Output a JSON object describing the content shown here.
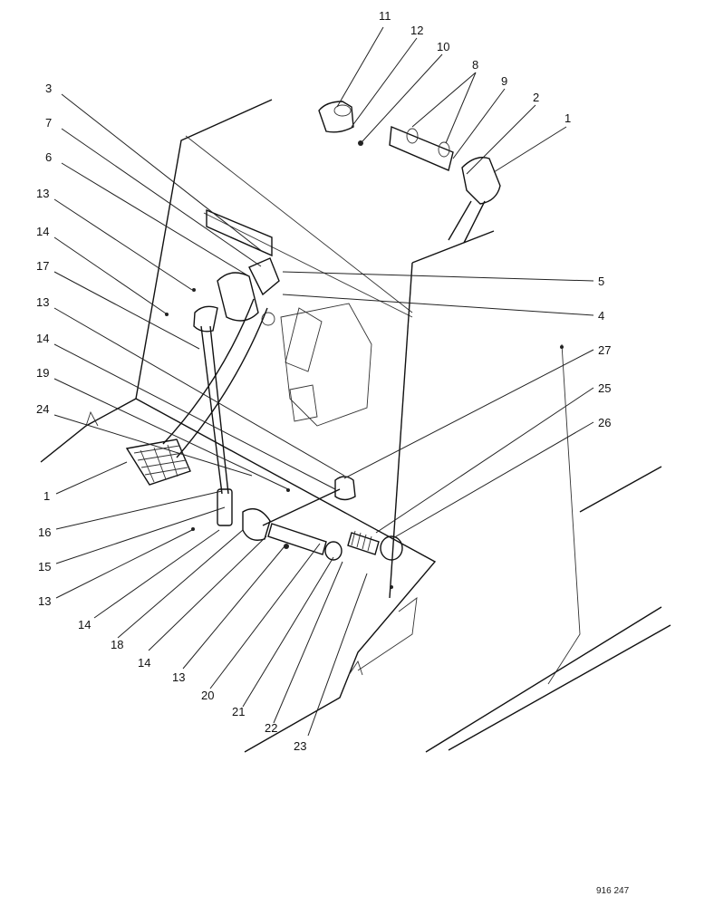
{
  "callouts": {
    "c_11": "11",
    "c_12": "12",
    "c_10": "10",
    "c_8": "8",
    "c_9": "9",
    "c_2": "2",
    "c_1_top": "1",
    "c_3": "3",
    "c_7": "7",
    "c_6": "6",
    "c_13_a": "13",
    "c_14_a": "14",
    "c_17": "17",
    "c_13_b": "13",
    "c_14_b": "14",
    "c_19": "19",
    "c_24": "24",
    "c_1_left": "1",
    "c_16": "16",
    "c_15": "15",
    "c_13_c": "13",
    "c_14_c": "14",
    "c_18": "18",
    "c_14_d": "14",
    "c_13_d": "13",
    "c_20": "20",
    "c_21": "21",
    "c_22": "22",
    "c_23": "23",
    "c_5": "5",
    "c_4": "4",
    "c_27": "27",
    "c_25": "25",
    "c_26": "26"
  },
  "reference_code": "916 247"
}
